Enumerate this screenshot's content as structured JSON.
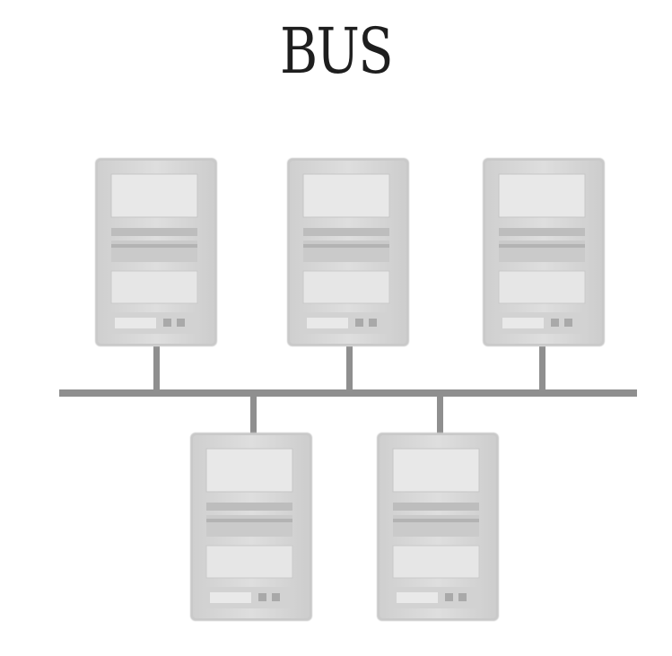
{
  "diagram": {
    "title": "BUS",
    "nodes": [
      {
        "name": "server-top-left",
        "row": "top"
      },
      {
        "name": "server-top-center",
        "row": "top"
      },
      {
        "name": "server-top-right",
        "row": "top"
      },
      {
        "name": "server-bottom-left",
        "row": "bottom"
      },
      {
        "name": "server-bottom-right",
        "row": "bottom"
      }
    ],
    "colors": {
      "bus": "#8f8f8f",
      "tower": "#d9d9d9",
      "tower_edge": "#b9b9b9",
      "panel": "#e6e6e6",
      "panel_dark": "#c4c4c4"
    }
  }
}
